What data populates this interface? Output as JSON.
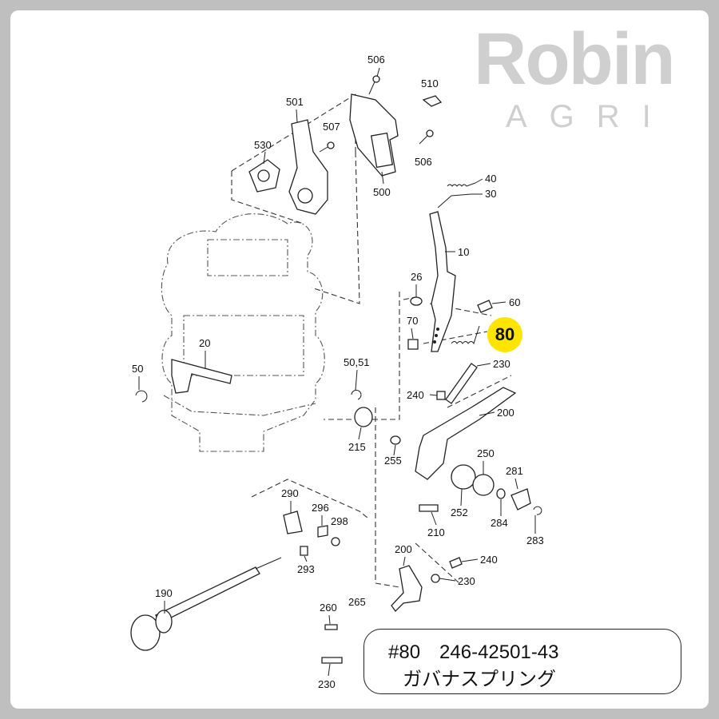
{
  "brand": {
    "name": "Robin",
    "sub": "AGRI"
  },
  "highlight": {
    "label": "80",
    "color": "#ffe400"
  },
  "info": {
    "line1": "#80　246-42501-43",
    "line2": "ガバナスプリング"
  },
  "callouts": [
    "506",
    "510",
    "501",
    "507",
    "530",
    "506",
    "500",
    "40",
    "30",
    "10",
    "26",
    "60",
    "70",
    "230",
    "240",
    "200",
    "50,51",
    "20",
    "50",
    "215",
    "255",
    "250",
    "281",
    "252",
    "284",
    "283",
    "210",
    "290",
    "296",
    "298",
    "293",
    "200",
    "240",
    "230",
    "190",
    "260",
    "265",
    "230"
  ]
}
